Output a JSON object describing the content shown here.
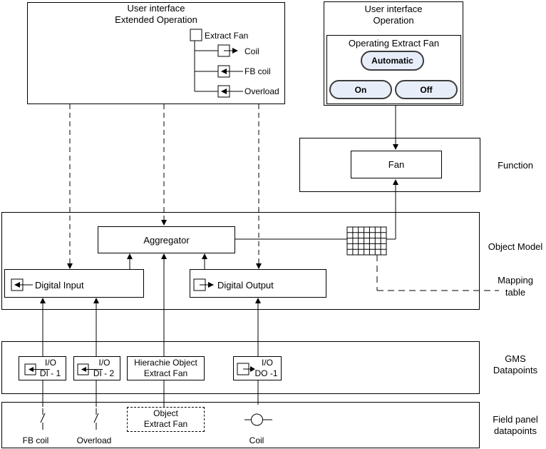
{
  "extended_ui": {
    "title1": "User interface",
    "title2": "Extended Operation",
    "root_label": "Extract Fan",
    "children": [
      "Coil",
      "FB coil",
      "Overload"
    ]
  },
  "operation_ui": {
    "title1": "User interface",
    "title2": "Operation",
    "panel_title": "Operating Extract Fan",
    "buttons": [
      "Automatic",
      "On",
      "Off"
    ],
    "button_fill": "#e7eef9",
    "button_border": "#3c3c3c"
  },
  "function_section": {
    "fan": "Fan",
    "label": "Function"
  },
  "object_model": {
    "label": "Object Model",
    "aggregator": "Aggregator",
    "digital_input": "Digital Input",
    "digital_output": "Digital Output"
  },
  "mapping": {
    "label1": "Mapping",
    "label2": "table"
  },
  "gms": {
    "label1": "GMS",
    "label2": "Datapoints",
    "di1": {
      "l1": "I/O",
      "l2": "DI - 1"
    },
    "di2": {
      "l1": "I/O",
      "l2": "DI - 2"
    },
    "hierarchy": {
      "l1": "Hierachie Object",
      "l2": "Extract Fan"
    },
    "do1": {
      "l1": "I/O",
      "l2": "DO -1"
    }
  },
  "field_panel": {
    "label1": "Field panel",
    "label2": "datapoints",
    "fb_coil": "FB coil",
    "overload": "Overload",
    "object_box": {
      "l1": "Object",
      "l2": "Extract Fan"
    },
    "coil": "Coil"
  },
  "icons": {
    "extract_fan_node": "square-node",
    "coil_point": "arrow-out-of-box",
    "fb_coil_point": "arrow-into-box",
    "overload_point": "arrow-into-box",
    "digital_input": "arrow-into-box",
    "digital_output": "arrow-out-of-box",
    "di1": "arrow-into-box",
    "di2": "arrow-into-box",
    "do1": "arrow-out-of-box",
    "mapping_table": "grid",
    "fb_coil_symbol": "contact",
    "overload_symbol": "contact",
    "coil_symbol": "coil-circle"
  },
  "line_color": "#000000"
}
